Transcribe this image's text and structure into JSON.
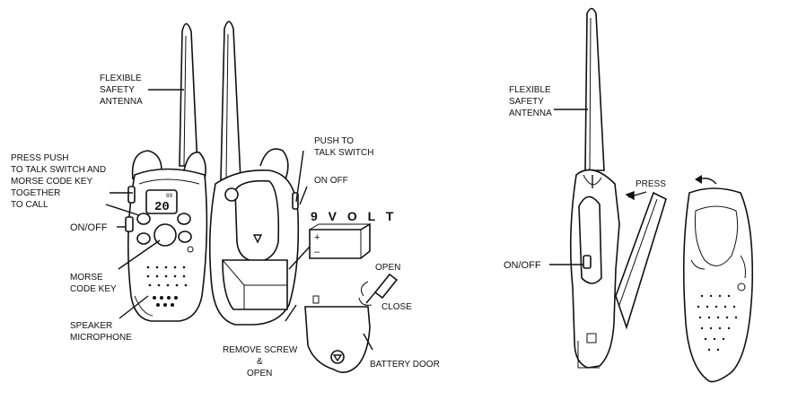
{
  "left_panel": {
    "labels": {
      "flexible_safety_antenna": [
        "FLEXIBLE",
        "SAFETY",
        "ANTENNA"
      ],
      "press_push_to_talk": [
        "PRESS PUSH",
        "TO TALK SWITCH AND",
        "MORSE CODE KEY",
        "TOGETHER",
        "TO CALL"
      ],
      "on_off": "ON/OFF",
      "morse_code_key": [
        "MORSE",
        "CODE KEY"
      ],
      "speaker_microphone": [
        "SPEAKER",
        "MICROPHONE"
      ],
      "push_to_talk_switch": [
        "PUSH TO",
        "TALK SWITCH"
      ],
      "on_off_side": "ON OFF",
      "nine_volt": "9 V O L T",
      "open": "OPEN",
      "close": "CLOSE",
      "remove_screw_open": [
        "REMOVE SCREW",
        "&",
        "OPEN"
      ],
      "battery_door": "BATTERY DOOR"
    },
    "display": {
      "channel": "20",
      "small": "88"
    },
    "battery_polarity": {
      "plus": "+",
      "minus": "–"
    }
  },
  "right_panel": {
    "labels": {
      "flexible_safety_antenna": [
        "FLEXIBLE",
        "SAFETY",
        "ANTENNA"
      ],
      "press": "PRESS",
      "on_off": "ON/OFF"
    }
  }
}
